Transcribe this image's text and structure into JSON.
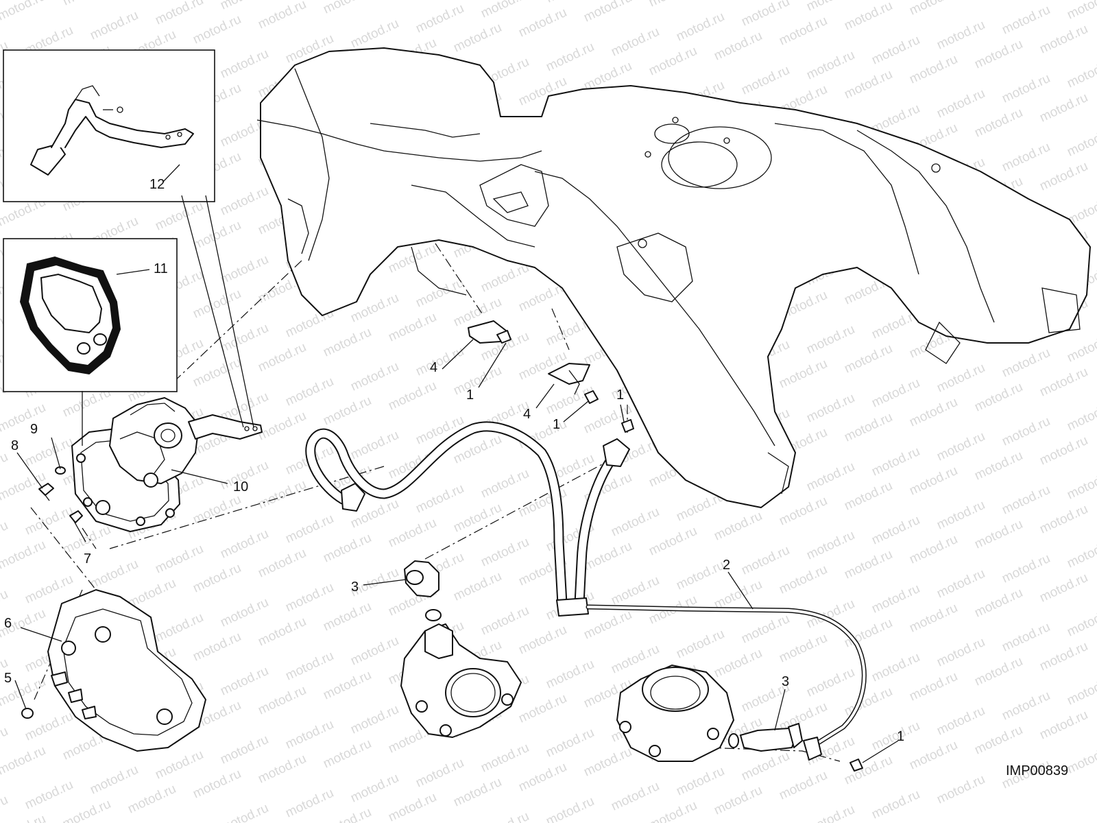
{
  "watermark": "motod.ru",
  "callouts": {
    "c1a": "1",
    "c1b": "1",
    "c1c": "1",
    "c1d": "1",
    "c2": "2",
    "c3a": "3",
    "c3b": "3",
    "c4a": "4",
    "c4b": "4",
    "c5": "5",
    "c6": "6",
    "c7": "7",
    "c8": "8",
    "c9": "9",
    "c10": "10",
    "c11": "11",
    "c12": "12"
  },
  "drawing_code": "IMP00839"
}
